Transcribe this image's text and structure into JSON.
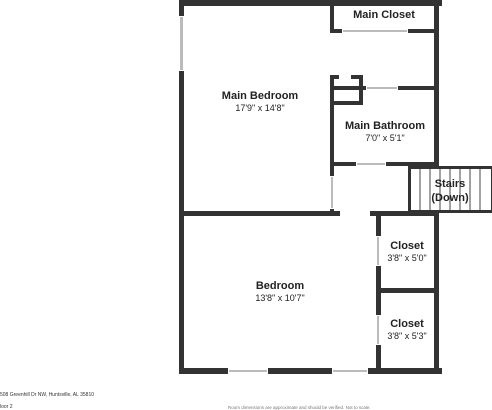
{
  "rooms": {
    "main_closet": {
      "name": "Main Closet",
      "dims": ""
    },
    "main_bedroom": {
      "name": "Main Bedroom",
      "dims": "17'9\" x 14'8\""
    },
    "main_bathroom": {
      "name": "Main Bathroom",
      "dims": "7'0\" x 5'1\""
    },
    "stairs": {
      "name_line1": "Stairs",
      "name_line2": "(Down)"
    },
    "bedroom": {
      "name": "Bedroom",
      "dims": "13'8\" x 10'7\""
    },
    "closet_1": {
      "name": "Closet",
      "dims": "3'8\" x 5'0\""
    },
    "closet_2": {
      "name": "Closet",
      "dims": "3'8\" x 5'3\""
    }
  },
  "footer": {
    "address": "508 Greenhill Dr NW, Huntsville, AL 35810",
    "floor": "loor 2",
    "disclaimer": "Room dimensions are approximate and should be verified. Not to scale."
  },
  "colors": {
    "wall": "#333333",
    "background": "#ffffff",
    "window": "#bbbbbb"
  }
}
